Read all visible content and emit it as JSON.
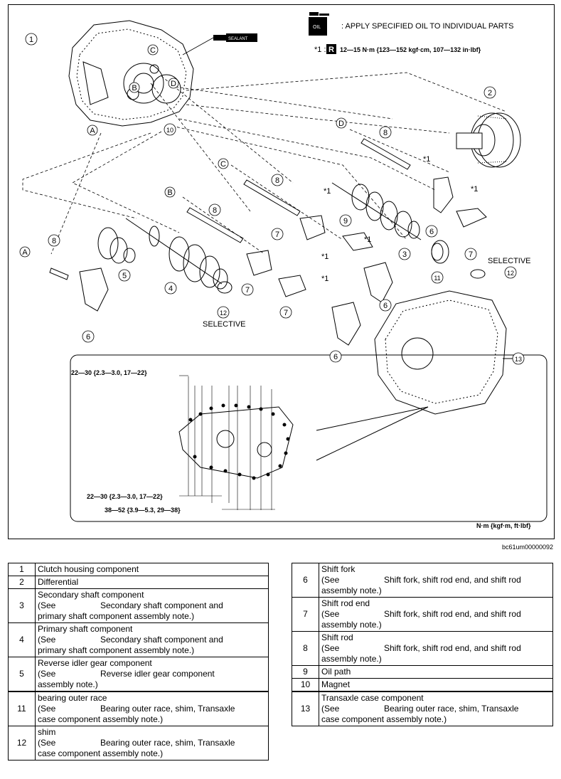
{
  "diagram": {
    "oil_note": ": APPLY SPECIFIED OIL TO INDIVIDUAL PARTS",
    "oil_icon_text": "OIL",
    "sealant_label": "SEALANT",
    "torque_ref": "*1 :",
    "torque_badge": "R",
    "torque_value": "12—15 N·m {123—152 kgf·cm, 107—132 in·lbf}",
    "inset_torque_top": "22—30 {2.3—3.0, 17—22}",
    "inset_torque_mid": "22—30 {2.3—3.0, 17—22}",
    "inset_torque_bottom": "38—52 {3.9—5.3, 29—38}",
    "units_note": "N·m {kgf·m, ft·lbf}",
    "selective_1": "SELECTIVE",
    "selective_2": "SELECTIVE",
    "star_1": "*1",
    "letters": [
      "A",
      "B",
      "C",
      "D"
    ],
    "callouts": [
      "1",
      "2",
      "3",
      "4",
      "5",
      "6",
      "7",
      "8",
      "9",
      "10",
      "11",
      "12",
      "13"
    ]
  },
  "image_code": "bc61um00000092",
  "table_left": [
    {
      "num": "1",
      "title": "Clutch housing component"
    },
    {
      "num": "2",
      "title": "Differential"
    },
    {
      "num": "3",
      "title": "Secondary shaft component",
      "see_pre": "(See",
      "see_ref": "Secondary shaft component and",
      "see_tail": "primary shaft component assembly note.)"
    },
    {
      "num": "4",
      "title": "Primary shaft component",
      "see_pre": "(See",
      "see_ref": "Secondary shaft component and",
      "see_tail": "primary shaft component assembly note.)"
    },
    {
      "num": "5",
      "title": "Reverse idler gear component",
      "see_pre": "(See",
      "see_ref": "Reverse idler gear component",
      "see_tail": "assembly note.)"
    },
    {
      "num": "11",
      "title": "bearing outer race",
      "see_pre": "(See",
      "see_ref": "Bearing outer race, shim, Transaxle",
      "see_tail": "case component assembly note.)"
    },
    {
      "num": "12",
      "title": "shim",
      "see_pre": "(See",
      "see_ref": "Bearing outer race, shim, Transaxle",
      "see_tail": "case component assembly note.)"
    }
  ],
  "table_right": [
    {
      "num": "6",
      "title": "Shift fork",
      "see_pre": "(See",
      "see_ref": "Shift fork, shift rod end, and shift rod",
      "see_tail": "assembly note.)"
    },
    {
      "num": "7",
      "title": "Shift rod end",
      "see_pre": "(See",
      "see_ref": "Shift fork, shift rod end, and shift rod",
      "see_tail": "assembly note.)"
    },
    {
      "num": "8",
      "title": "Shift rod",
      "see_pre": "(See",
      "see_ref": "Shift fork, shift rod end, and shift rod",
      "see_tail": "assembly note.)"
    },
    {
      "num": "9",
      "title": "Oil path"
    },
    {
      "num": "10",
      "title": "Magnet"
    },
    {
      "num": "13",
      "title": "Transaxle case component",
      "see_pre": "(See",
      "see_ref": "Bearing outer race, shim, Transaxle",
      "see_tail": "case component assembly note.)"
    }
  ]
}
